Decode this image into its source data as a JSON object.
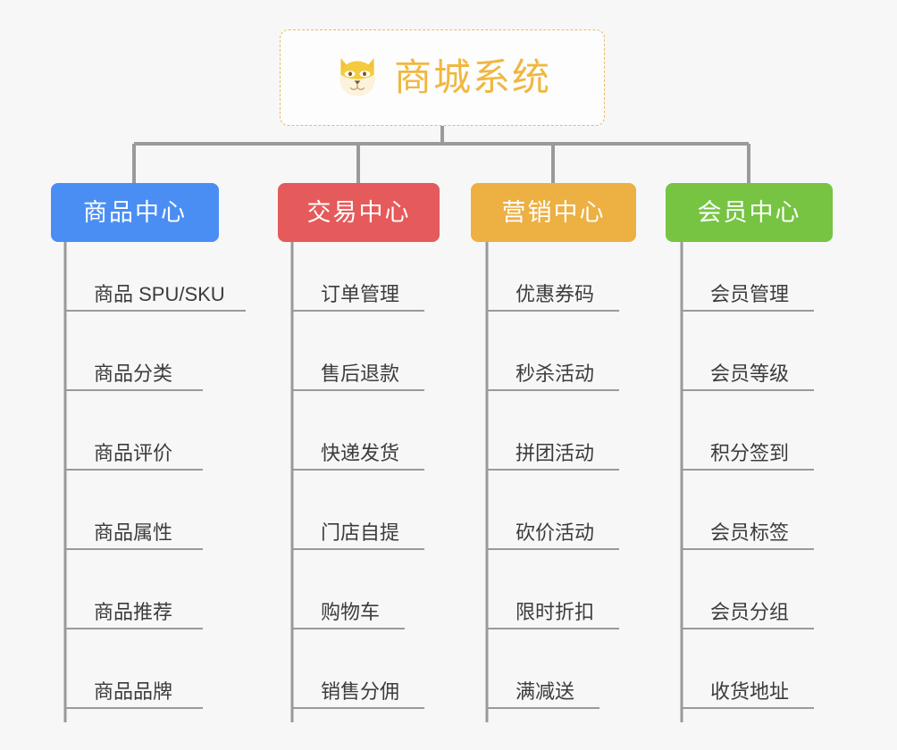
{
  "diagram": {
    "type": "mindmap",
    "background": "#f7f7f7",
    "root": {
      "title": "商城系统",
      "icon": "shiba-dog-face-icon",
      "text_color": "#f0b73f",
      "border_color": "#e8b96a",
      "border_style": "dashed"
    },
    "connector_color": "#9a9a9a",
    "branches": [
      {
        "label": "商品中心",
        "color": "#4a8ef4",
        "items": [
          "商品 SPU/SKU",
          "商品分类",
          "商品评价",
          "商品属性",
          "商品推荐",
          "商品品牌"
        ]
      },
      {
        "label": "交易中心",
        "color": "#e55a5a",
        "items": [
          "订单管理",
          "售后退款",
          "快递发货",
          "门店自提",
          "购物车",
          "销售分佣"
        ]
      },
      {
        "label": "营销中心",
        "color": "#edb043",
        "items": [
          "优惠券码",
          "秒杀活动",
          "拼团活动",
          "砍价活动",
          "限时折扣",
          "满减送"
        ]
      },
      {
        "label": "会员中心",
        "color": "#76c442",
        "items": [
          "会员管理",
          "会员等级",
          "积分签到",
          "会员标签",
          "会员分组",
          "收货地址"
        ]
      }
    ]
  }
}
